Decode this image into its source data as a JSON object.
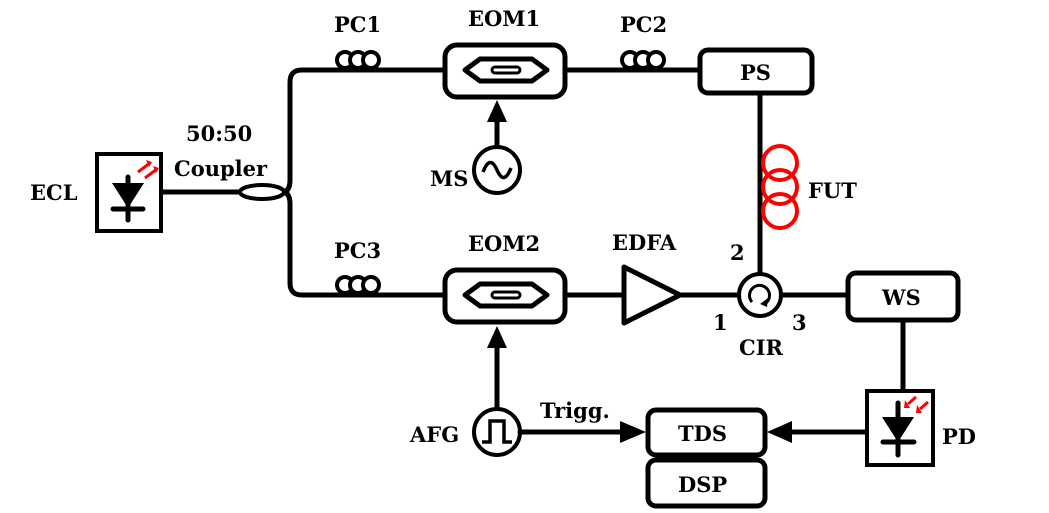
{
  "labels": {
    "ecl": "ECL",
    "coupler_ratio": "50:50",
    "coupler": "Coupler",
    "pc1": "PC1",
    "pc2": "PC2",
    "pc3": "PC3",
    "eom1": "EOM1",
    "eom2": "EOM2",
    "ms": "MS",
    "ps": "PS",
    "fut": "FUT",
    "edfa": "EDFA",
    "cir": "CIR",
    "port1": "1",
    "port2": "2",
    "port3": "3",
    "ws": "WS",
    "pd": "PD",
    "afg": "AFG",
    "trigg": "Trigg.",
    "tds": "TDS",
    "dsp": "DSP"
  },
  "colors": {
    "line": "#000000",
    "fut_coil": "#ff0000",
    "light_arrows": "#ff0000"
  }
}
